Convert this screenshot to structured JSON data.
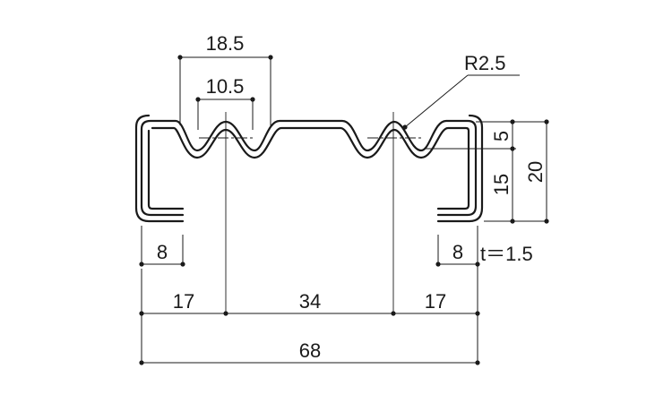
{
  "diagram": {
    "dimensions": {
      "pitch_outer": "18.5",
      "pitch_inner": "10.5",
      "radius": "R2.5",
      "wave_depth": "5",
      "flange_height": "15",
      "total_height": "20",
      "lip_left": "8",
      "lip_right": "8",
      "thickness": "t＝1.5",
      "side_left": "17",
      "center_span": "34",
      "side_right": "17",
      "total_width": "68"
    }
  }
}
